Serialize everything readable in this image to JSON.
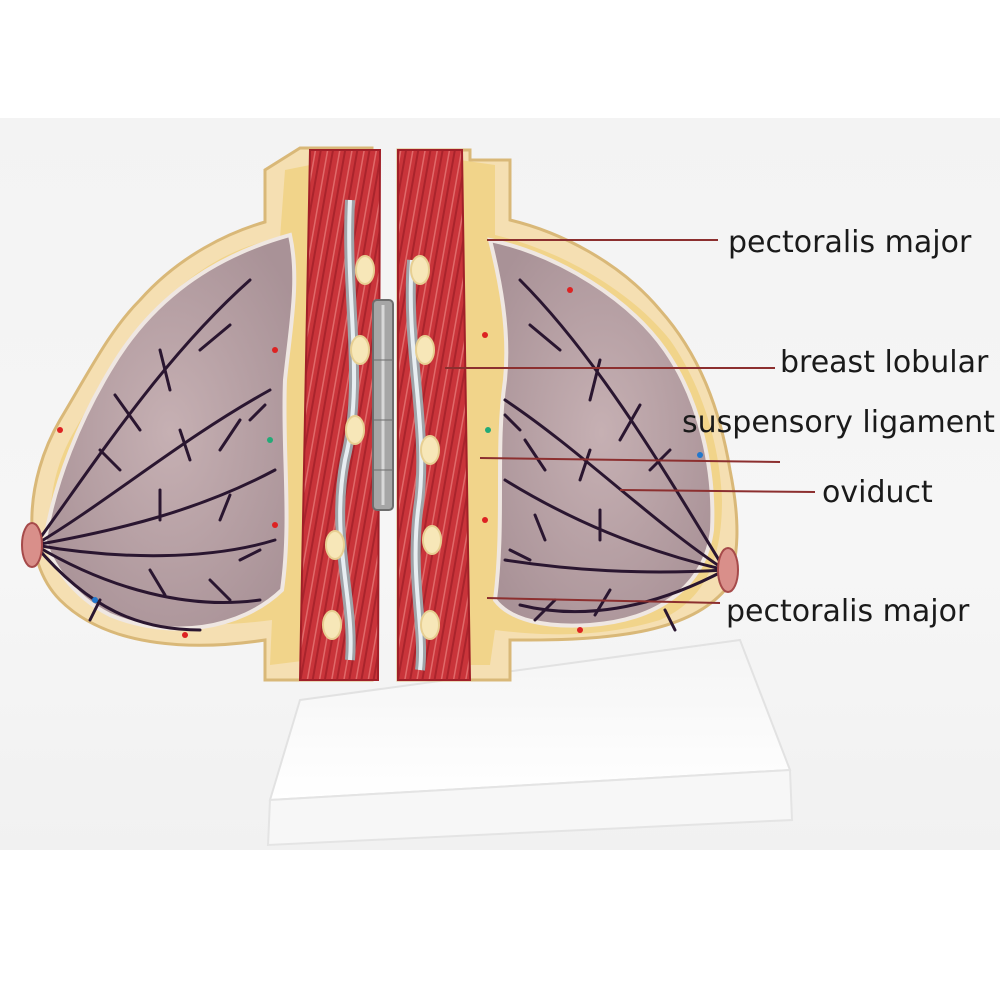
{
  "labels": [
    {
      "text": "pectoralis major"
    },
    {
      "text": "breast lobular"
    },
    {
      "text": "suspensory ligament"
    },
    {
      "text": "oviduct"
    },
    {
      "text": "pectoralis major"
    }
  ],
  "colors": {
    "muscle": "#c8323a",
    "fat": "#f2d98f",
    "skin": "#f6ddb0",
    "gland": "#b9a3a6",
    "duct": "#2a1630",
    "base": "#ffffff",
    "leader": "#8c2f2f"
  }
}
